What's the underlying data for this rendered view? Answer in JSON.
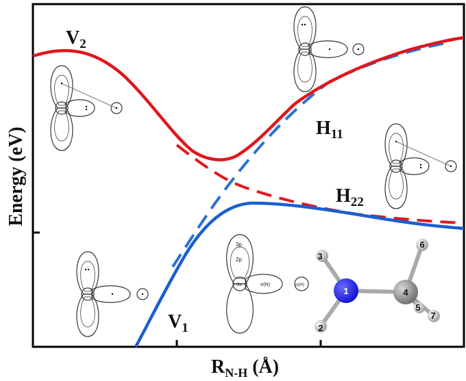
{
  "labels": {
    "v2": "V",
    "v2_sub": "2",
    "v1": "V",
    "v1_sub": "1",
    "h11": "H",
    "h11_sub": "11",
    "h22": "H",
    "h22_sub": "22",
    "y_axis": "Energy (eV)",
    "x_axis_main": "R",
    "x_axis_sub": "N-H",
    "x_axis_unit": " (Å)"
  },
  "orbital_key": {
    "p3": "3p",
    "p2": "2p",
    "s3": "3s",
    "sigma_n": "σ(N)",
    "sigma_h": "σ(H)"
  },
  "molecule": {
    "atoms": [
      "1",
      "2",
      "3",
      "4",
      "5",
      "6",
      "7"
    ],
    "colors": {
      "nitrogen": "#1010d0",
      "carbon": "#8a8a8a",
      "hydrogen": "#d8d8d8"
    }
  },
  "curves": {
    "colors": {
      "upper": "#e0161b",
      "lower": "#1a5fd0",
      "dashed_red": "#e0161b",
      "dashed_blue": "#2a6fd6"
    }
  }
}
